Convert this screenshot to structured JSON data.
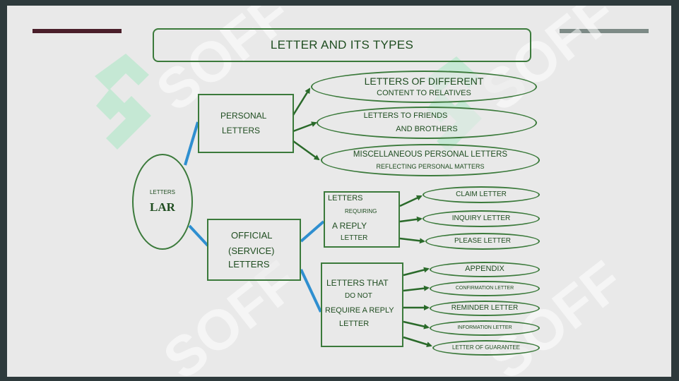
{
  "title": "LETTER AND ITS TYPES",
  "root": {
    "label_small": "LETTERS",
    "label_big": "LAR"
  },
  "personal": {
    "line1": "PERSONAL",
    "line2": "LETTERS",
    "items": [
      {
        "line1": "LETTERS OF DIFFERENT",
        "line2": "CONTENT TO RELATIVES"
      },
      {
        "line1": "LETTERS TO FRIENDS",
        "line2": "AND BROTHERS"
      },
      {
        "line1": "MISCELLANEOUS PERSONAL LETTERS",
        "line2": "REFLECTING PERSONAL MATTERS"
      }
    ]
  },
  "official": {
    "line1": "OFFICIAL",
    "line2": "(SERVICE)",
    "line3": "LETTERS",
    "reply": {
      "line1": "LETTERS",
      "line2": "REQUIRING",
      "line3": "A REPLY",
      "line4": "LETTER",
      "items": [
        "CLAIM LETTER",
        "INQUIRY LETTER",
        "PLEASE LETTER"
      ]
    },
    "no_reply": {
      "line1": "LETTERS THAT",
      "line2": "DO NOT",
      "line3": "REQUIRE A REPLY",
      "line4": "LETTER",
      "items": [
        "APPENDIX",
        "CONFIRMATION LETTER",
        "REMINDER LETTER",
        "INFORMATION LETTER",
        "LETTER OF GUARANTEE"
      ]
    }
  },
  "colors": {
    "green": "#3b7a3b",
    "blue_link": "#2f8fd0",
    "slide_bg": "#e9e9e9",
    "frame": "#2e3a3c",
    "watermark": "#ffffff",
    "watermark_green": "#a9e8c4"
  },
  "watermark_text": "SOFF"
}
